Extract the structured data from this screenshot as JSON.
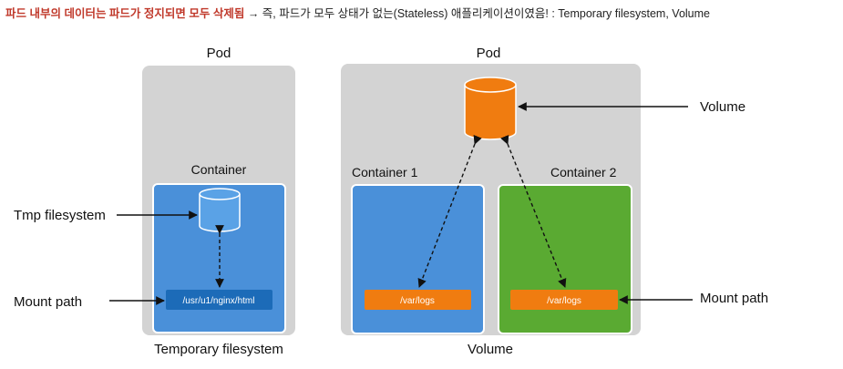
{
  "headline": {
    "highlight": "파드 내부의 데이터는 파드가 정지되면 모두 삭제됨",
    "rest": " → 즉, 파드가 모두 상태가 없는(Stateless) 애플리케이션이였음! : Temporary filesystem, Volume"
  },
  "left": {
    "pod_title": "Pod",
    "container_title": "Container",
    "tmp_label": "Tmp filesystem",
    "mount_label": "Mount path",
    "mount_path": "/usr/u1/nginx/html",
    "caption": "Temporary filesystem"
  },
  "right": {
    "pod_title": "Pod",
    "container1_title": "Container 1",
    "container2_title": "Container 2",
    "volume_label": "Volume",
    "mount_label": "Mount path",
    "path1": "/var/logs",
    "path2": "/var/logs",
    "caption": "Volume"
  },
  "colors": {
    "pod_bg": "#d3d3d3",
    "container_blue": "#4a90d9",
    "container_green": "#5aaa32",
    "mount_blue": "#1c6bb8",
    "orange": "#f07c10"
  }
}
